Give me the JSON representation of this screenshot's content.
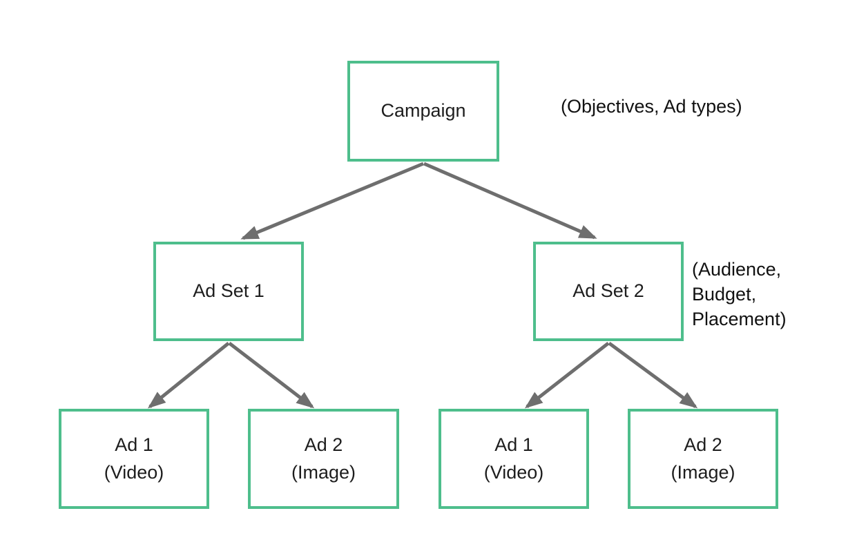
{
  "diagram": {
    "type": "hierarchy-tree",
    "nodes": {
      "campaign": {
        "label": "Campaign"
      },
      "adset1": {
        "label": "Ad Set 1"
      },
      "adset2": {
        "label": "Ad Set 2"
      },
      "ad1_left": {
        "label": "Ad 1",
        "type": "(Video)"
      },
      "ad2_left": {
        "label": "Ad 2",
        "type": "(Image)"
      },
      "ad1_right": {
        "label": "Ad 1",
        "type": "(Video)"
      },
      "ad2_right": {
        "label": "Ad 2",
        "type": "(Image)"
      }
    },
    "annotations": {
      "campaign_note": "(Objectives, Ad types)",
      "adset_note": [
        "(Audience,",
        "Budget,",
        "Placement)"
      ]
    },
    "edges": [
      {
        "from": "campaign",
        "to": "adset1"
      },
      {
        "from": "campaign",
        "to": "adset2"
      },
      {
        "from": "adset1",
        "to": "ad1_left"
      },
      {
        "from": "adset1",
        "to": "ad2_left"
      },
      {
        "from": "adset2",
        "to": "ad1_right"
      },
      {
        "from": "adset2",
        "to": "ad2_right"
      }
    ],
    "colors": {
      "box_border": "#4EBE8C",
      "arrow": "#6E6E6E",
      "text": "#1D1D1D"
    }
  }
}
